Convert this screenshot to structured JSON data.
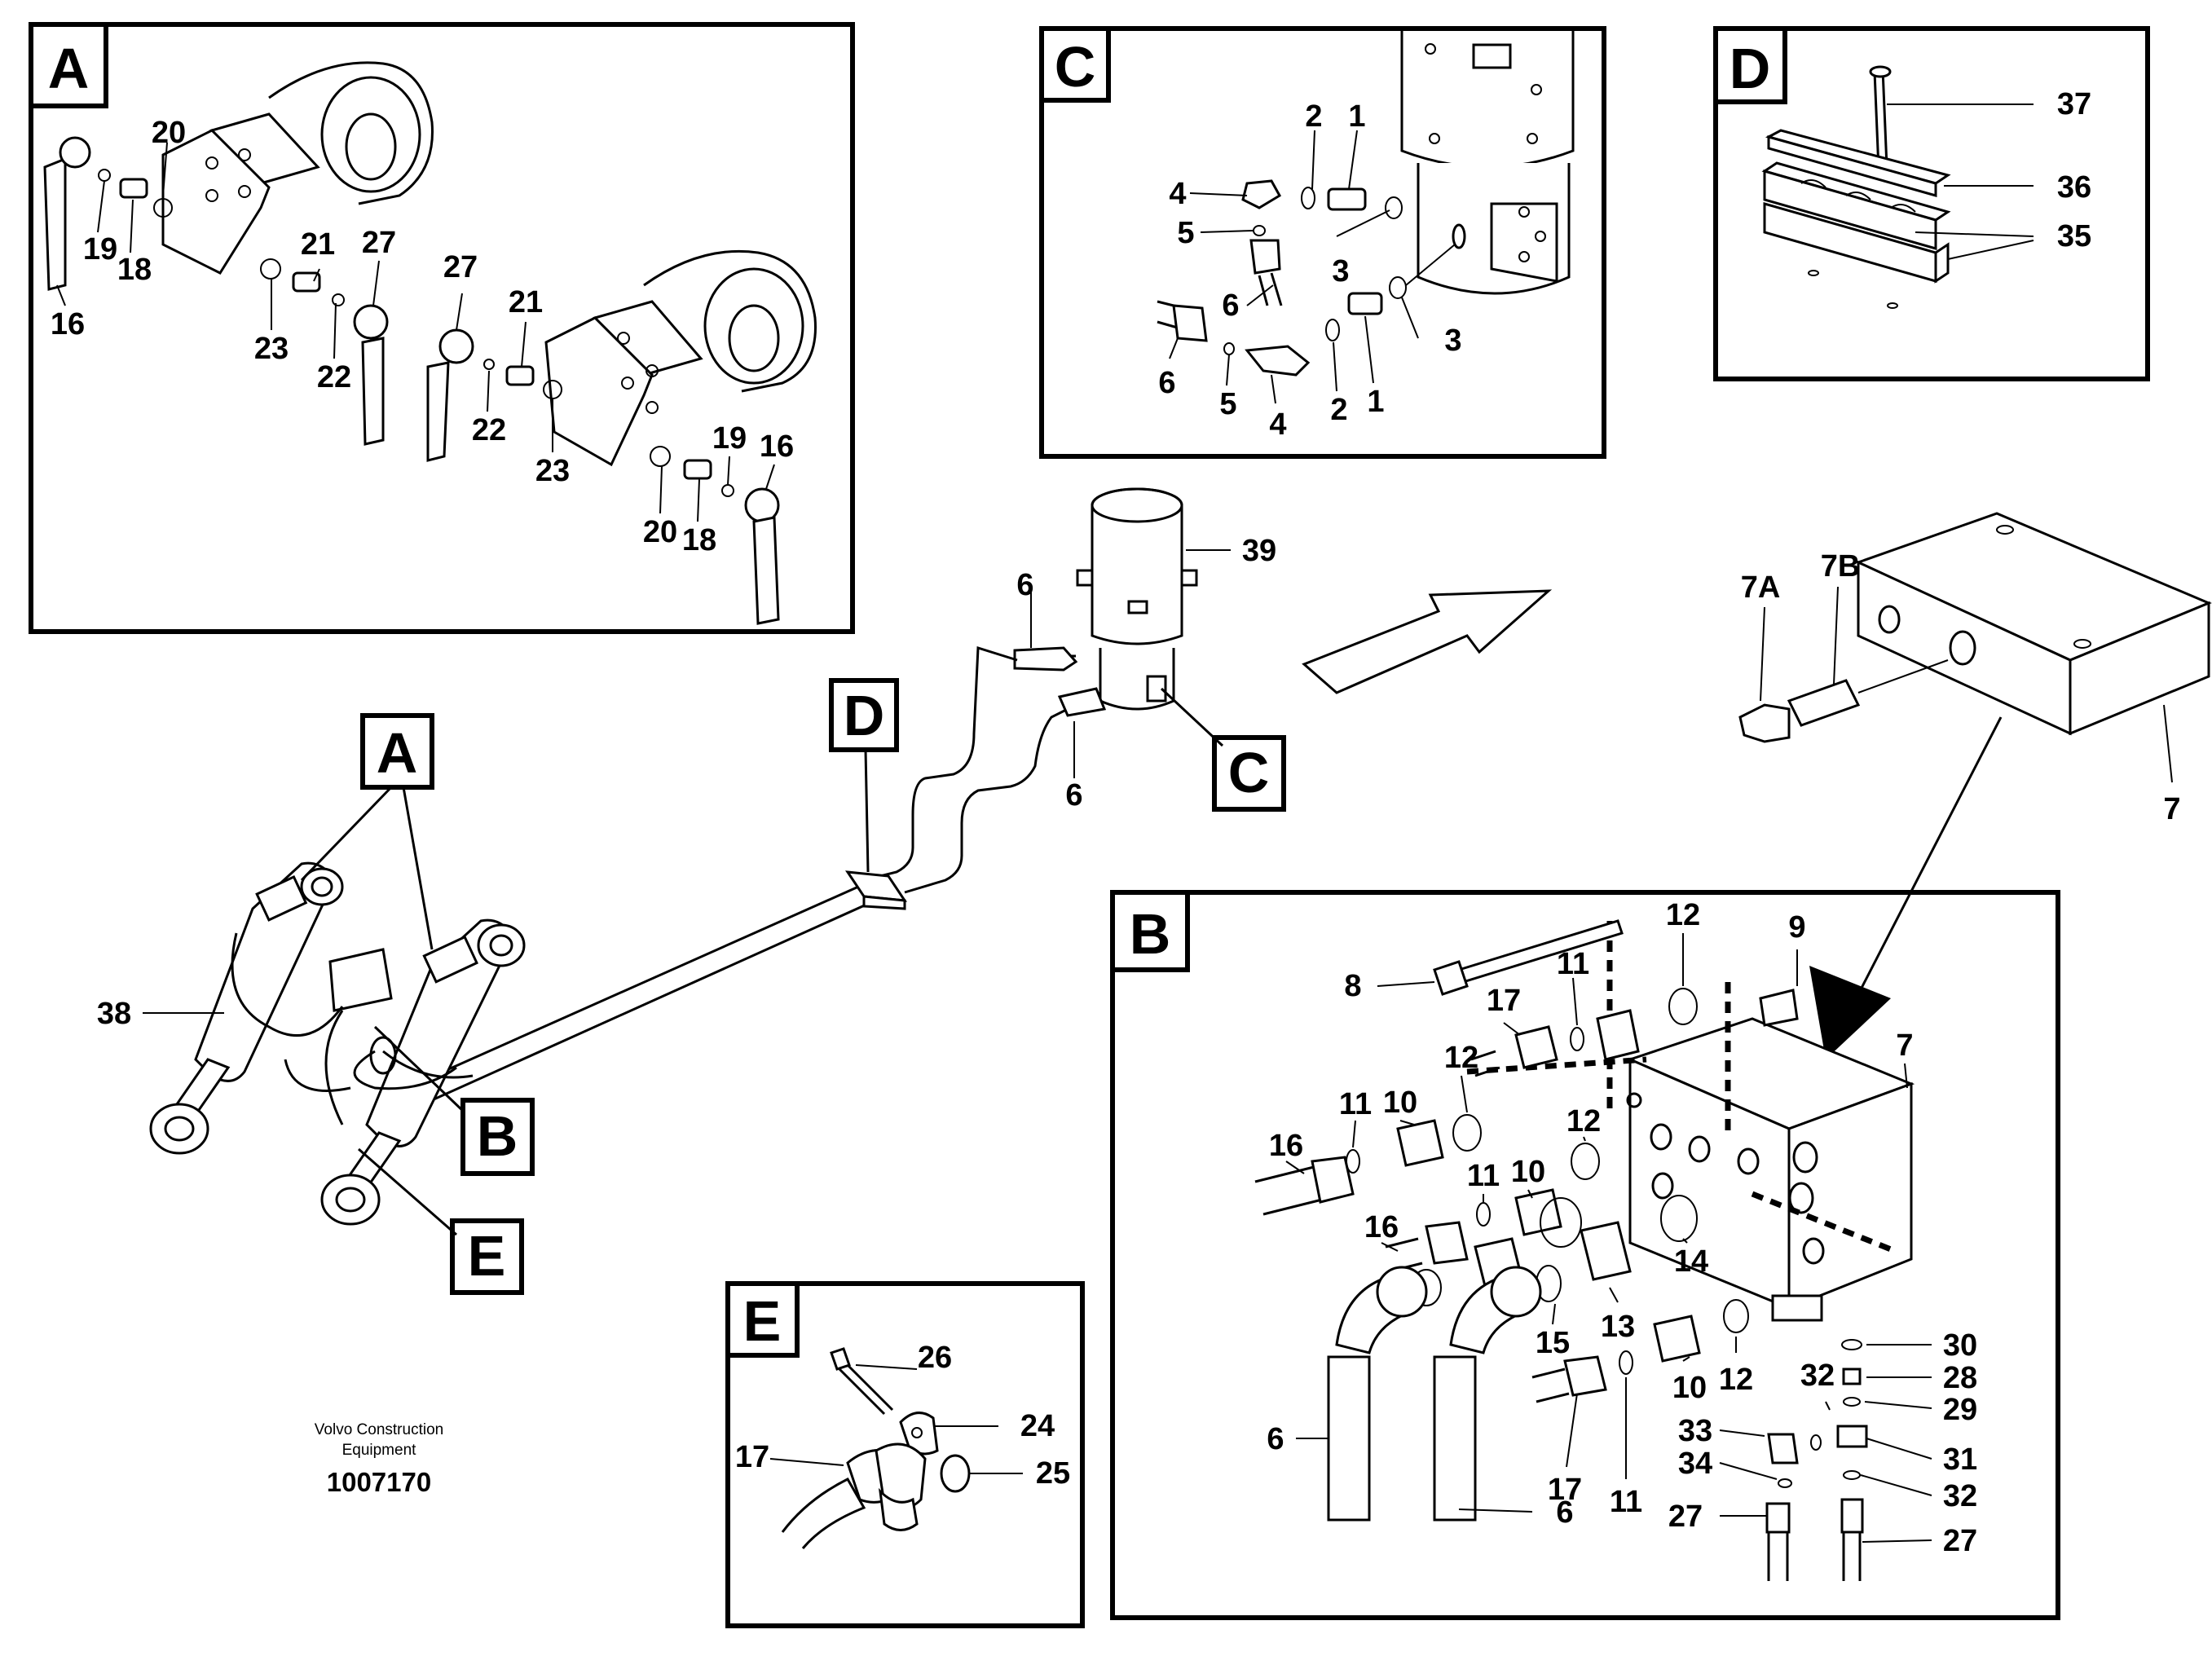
{
  "panels": {
    "A": "A",
    "B": "B",
    "C": "C",
    "D": "D",
    "E": "E"
  },
  "overview_refs": {
    "A": "A",
    "B": "B",
    "C": "C",
    "D": "D",
    "E": "E"
  },
  "callouts": {
    "panelA": [
      "20",
      "19",
      "18",
      "16",
      "21",
      "27",
      "23",
      "22",
      "27",
      "21",
      "22",
      "23",
      "19",
      "16",
      "20",
      "18"
    ],
    "panelC": [
      "2",
      "1",
      "4",
      "5",
      "6",
      "3",
      "3",
      "6",
      "5",
      "4",
      "2",
      "1"
    ],
    "panelD": [
      "37",
      "36",
      "35"
    ],
    "main": [
      "39",
      "6",
      "6",
      "38",
      "7A",
      "7B",
      "7"
    ],
    "panelB": [
      "12",
      "9",
      "8",
      "11",
      "17",
      "7",
      "12",
      "10",
      "11",
      "16",
      "12",
      "10",
      "11",
      "16",
      "14",
      "15",
      "13",
      "6",
      "17",
      "11",
      "10",
      "12",
      "30",
      "32",
      "28",
      "29",
      "33",
      "31",
      "34",
      "32",
      "27",
      "27",
      "6"
    ],
    "panelE": [
      "26",
      "24",
      "17",
      "25"
    ]
  },
  "caption": {
    "line1": "Volvo Construction",
    "line2": "Equipment",
    "number": "1007170"
  }
}
